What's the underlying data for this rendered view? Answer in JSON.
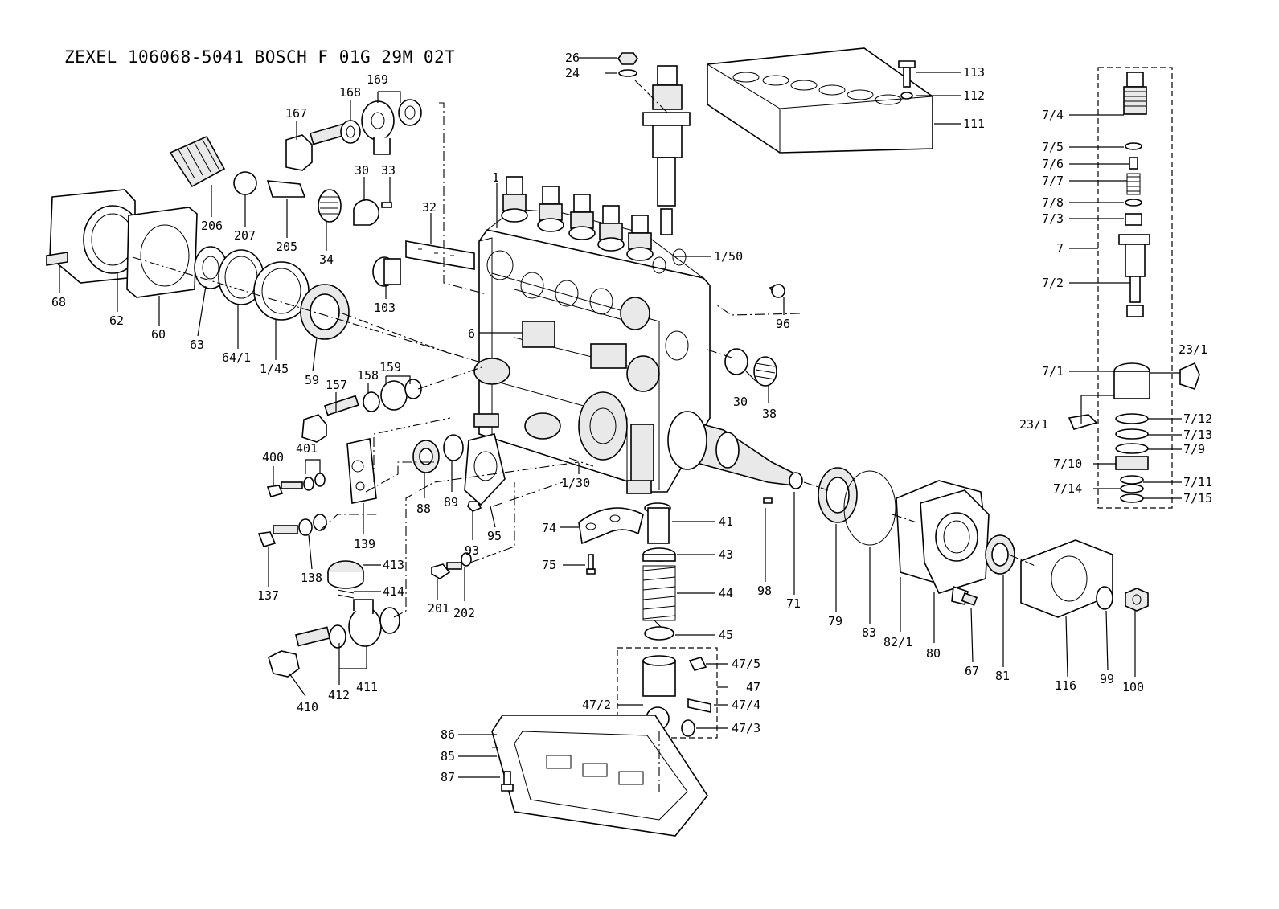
{
  "header": {
    "title": "ZEXEL  106068-5041  BOSCH  F 01G 29M 02T"
  },
  "callouts": {
    "c26": "26",
    "c24": "24",
    "c113": "113",
    "c112": "112",
    "c111": "111",
    "c167": "167",
    "c168": "168",
    "c169": "169",
    "c206": "206",
    "c207": "207",
    "c205": "205",
    "c30a": "30",
    "c33": "33",
    "c32": "32",
    "c34": "34",
    "c1": "1",
    "c150": "1/50",
    "c103": "103",
    "c96": "96",
    "c6": "6",
    "c68": "68",
    "c62": "62",
    "c60": "60",
    "c63": "63",
    "c641": "64/1",
    "c145": "1/45",
    "c59": "59",
    "c157": "157",
    "c158": "158",
    "c159": "159",
    "c30b": "30",
    "c38": "38",
    "c400": "400",
    "c401": "401",
    "c139": "139",
    "c137": "137",
    "c138": "138",
    "c413": "413",
    "c414": "414",
    "c410": "410",
    "c412": "412",
    "c411": "411",
    "c88": "88",
    "c89": "89",
    "c93": "93",
    "c95": "95",
    "c130": "1/30",
    "c201": "201",
    "c202": "202",
    "c74": "74",
    "c75": "75",
    "c41": "41",
    "c43": "43",
    "c44": "44",
    "c45": "45",
    "c475": "47/5",
    "c47": "47",
    "c472": "47/2",
    "c474": "47/4",
    "c473": "47/3",
    "c86": "86",
    "c85": "85",
    "c87": "87",
    "c98": "98",
    "c71": "71",
    "c79": "79",
    "c83": "83",
    "c821": "82/1",
    "c80": "80",
    "c67": "67",
    "c81": "81",
    "c116": "116",
    "c99": "99",
    "c100": "100",
    "c74r": "7/4",
    "c75r": "7/5",
    "c76r": "7/6",
    "c77r": "7/7",
    "c78r": "7/8",
    "c73r": "7/3",
    "c7": "7",
    "c72r": "7/2",
    "c71r": "7/1",
    "c231a": "23/1",
    "c231b": "23/1",
    "c712": "7/12",
    "c713": "7/13",
    "c79r": "7/9",
    "c710": "7/10",
    "c711": "7/11",
    "c714": "7/14",
    "c715": "7/15"
  }
}
